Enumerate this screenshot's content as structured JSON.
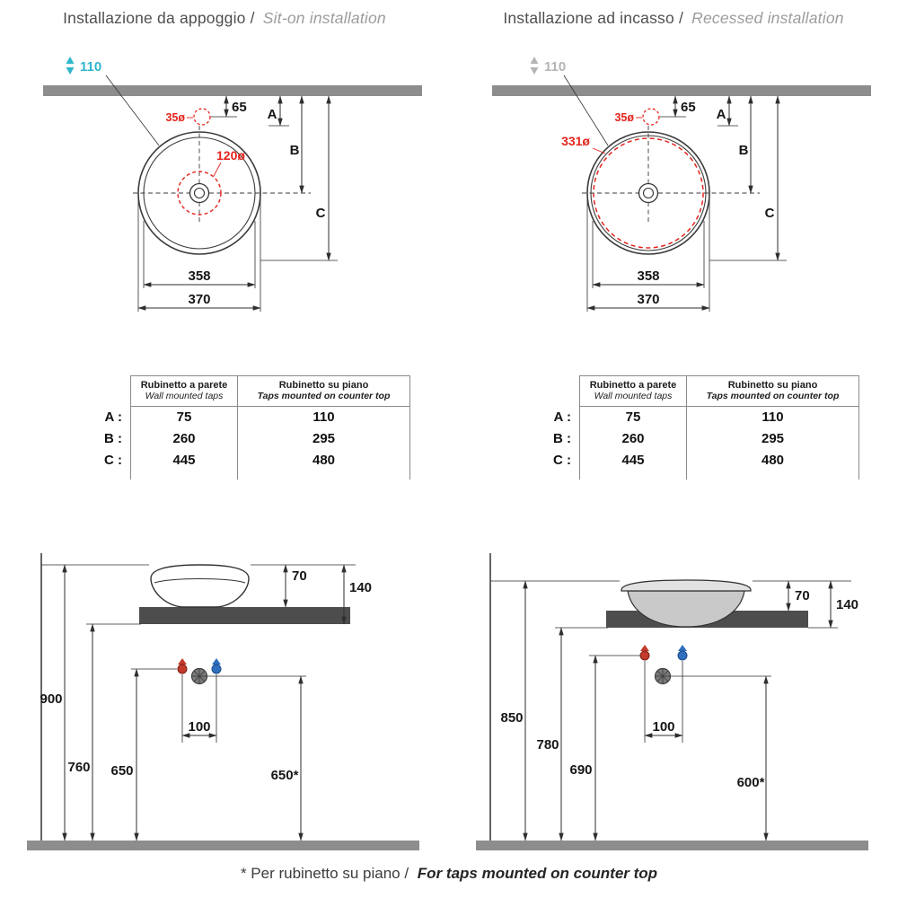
{
  "colors": {
    "accent_cyan": "#2fb6cc",
    "accent_red": "#e3231c",
    "wall_bar_gray": "#8d8d8d",
    "counter_gray": "#4d4d4d",
    "muted_gray": "#b5b5b5",
    "line_dark": "#2e2e2e"
  },
  "footer": {
    "note_it": "* Per rubinetto su piano /",
    "note_en": "For taps mounted on counter top"
  },
  "panels": [
    {
      "title_it": "Installazione da appoggio /",
      "title_en": "Sit-on installation",
      "top_view": {
        "clearance": "110",
        "tap_hole_dia": "35ø",
        "drain_dia": "120ø",
        "offset_65": "65",
        "dim_a": "A",
        "dim_b": "B",
        "dim_c": "C",
        "width_inner": "358",
        "width_outer": "370"
      },
      "table": {
        "col_wall_title": "Rubinetto a parete",
        "col_wall_sub": "Wall mounted taps",
        "col_counter_title": "Rubinetto su piano",
        "col_counter_sub": "Taps mounted on counter top",
        "rows": [
          {
            "label": "A :",
            "wall": "75",
            "counter": "110"
          },
          {
            "label": "B :",
            "wall": "260",
            "counter": "295"
          },
          {
            "label": "C :",
            "wall": "445",
            "counter": "480"
          }
        ]
      },
      "side_view": {
        "rim_above_counter": "70",
        "basin_height": "140",
        "tap_spacing": "100",
        "h_rim": "900",
        "h_counter_bottom": "760",
        "h_wall_taps": "650",
        "h_counter_taps": "650*"
      }
    },
    {
      "title_it": "Installazione ad incasso /",
      "title_en": "Recessed installation",
      "top_view": {
        "clearance": "110",
        "tap_hole_dia": "35ø",
        "cutout_dia": "331ø",
        "offset_65": "65",
        "dim_a": "A",
        "dim_b": "B",
        "dim_c": "C",
        "width_inner": "358",
        "width_outer": "370"
      },
      "table": {
        "col_wall_title": "Rubinetto a parete",
        "col_wall_sub": "Wall mounted taps",
        "col_counter_title": "Rubinetto su piano",
        "col_counter_sub": "Taps mounted on counter top",
        "rows": [
          {
            "label": "A :",
            "wall": "75",
            "counter": "110"
          },
          {
            "label": "B :",
            "wall": "260",
            "counter": "295"
          },
          {
            "label": "C :",
            "wall": "445",
            "counter": "480"
          }
        ]
      },
      "side_view": {
        "rim_above_counter": "70",
        "basin_height": "140",
        "tap_spacing": "100",
        "h_rim": "850",
        "h_counter_bottom": "780",
        "h_wall_taps": "690",
        "h_counter_taps": "600*"
      }
    }
  ]
}
